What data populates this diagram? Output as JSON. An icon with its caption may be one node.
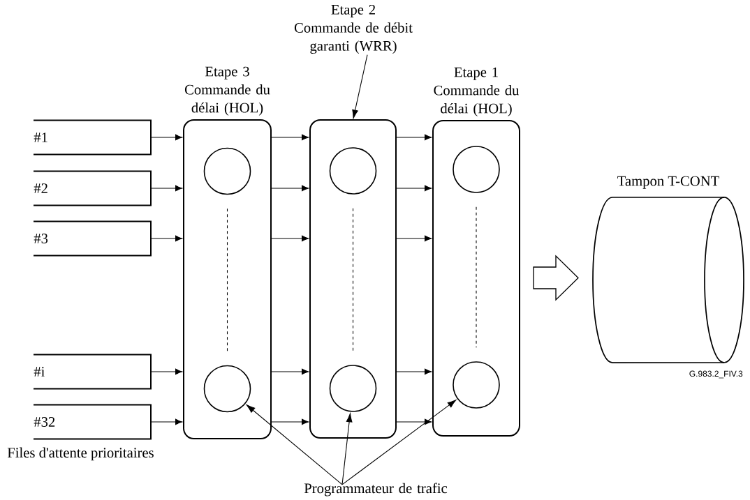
{
  "diagram": {
    "nodes": [
      {
        "text": [
          "#1"
        ]
      },
      {
        "text": [
          "#2"
        ]
      },
      {
        "text": [
          "#3"
        ]
      },
      {
        "text": [
          "#i"
        ]
      },
      {
        "text": [
          "#32"
        ]
      },
      {
        "text": [
          "Etape 3",
          "Commande du délai (HOL)"
        ]
      },
      {
        "text": [
          "Etape 2",
          "Commande de débit garanti (WRR)"
        ]
      },
      {
        "text": [],
        "shape": "box"
      },
      {
        "text": [
          "Etape 1",
          "Commande du délai (HOL)"
        ]
      },
      {
        "text": [],
        "shape": "circle",
        "in": 5
      },
      {
        "text": [],
        "shape": "circle",
        "in": 5
      },
      {
        "text": [],
        "shape": "circle",
        "in": 7
      },
      {
        "text": [],
        "shape": "circle",
        "in": 7
      },
      {
        "text": [],
        "shape": "circle",
        "in": 8
      },
      {
        "text": [],
        "shape": "circle",
        "in": 8
      },
      {
        "text": [
          "Tampon T-CONT"
        ]
      },
      {
        "text": [
          "Programmateur de trafic"
        ]
      }
    ],
    "edges": [
      {
        "from": 0,
        "to": 5,
        "arrow": "to"
      },
      {
        "from": 1,
        "to": 5,
        "arrow": "to"
      },
      {
        "from": 2,
        "to": 5,
        "arrow": "to"
      },
      {
        "from": 3,
        "to": 5,
        "arrow": "to"
      },
      {
        "from": 4,
        "to": 5,
        "arrow": "to"
      },
      {
        "from": 5,
        "to": 7,
        "arrow": "to"
      },
      {
        "from": 5,
        "to": 7,
        "arrow": "to"
      },
      {
        "from": 5,
        "to": 7,
        "arrow": "to"
      },
      {
        "from": 5,
        "to": 7,
        "arrow": "to"
      },
      {
        "from": 5,
        "to": 7,
        "arrow": "to"
      },
      {
        "from": 7,
        "to": 8,
        "arrow": "to"
      },
      {
        "from": 7,
        "to": 8,
        "arrow": "to"
      },
      {
        "from": 7,
        "to": 8,
        "arrow": "to"
      },
      {
        "from": 7,
        "to": 8,
        "arrow": "to"
      },
      {
        "from": 7,
        "to": 8,
        "arrow": "to"
      },
      {
        "from": 8,
        "to": 15,
        "arrow": "to",
        "style": "thick"
      },
      {
        "from": 6,
        "to": 7,
        "arrow": "to"
      },
      {
        "from": 16,
        "to": 10,
        "arrow": "to"
      },
      {
        "from": 16,
        "to": 12,
        "arrow": "to"
      },
      {
        "from": 16,
        "to": 14,
        "arrow": "to"
      },
      {
        "from": 9,
        "to": 10,
        "arrow": "none",
        "style": "dashed"
      },
      {
        "from": 11,
        "to": 12,
        "arrow": "none",
        "style": "dashed"
      },
      {
        "from": 13,
        "to": 14,
        "arrow": "none",
        "style": "dashed"
      }
    ],
    "labels": [
      "Files d'attente prioritaires",
      "G.983.2_FIV.3"
    ]
  }
}
